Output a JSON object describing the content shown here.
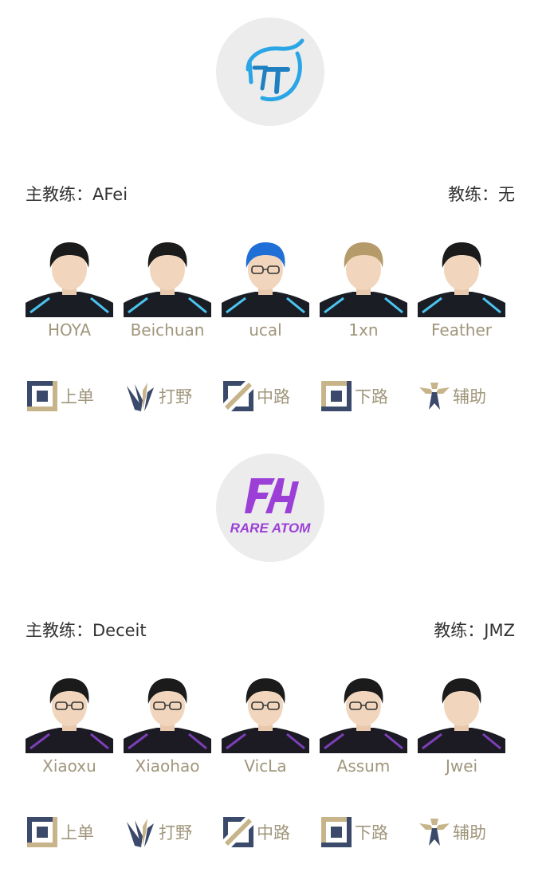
{
  "teams": [
    {
      "logo": "tt-logo",
      "coach_label": "主教练：AFei",
      "assistant_label": "教练：无",
      "players": [
        {
          "name": "HOYA",
          "hair": "#1b1b1b"
        },
        {
          "name": "Beichuan",
          "hair": "#1b1b1b"
        },
        {
          "name": "ucal",
          "hair": "#1f6fd6"
        },
        {
          "name": "1xn",
          "hair": "#b59a6a"
        },
        {
          "name": "Feather",
          "hair": "#1b1b1b"
        }
      ],
      "roles": [
        "上单",
        "打野",
        "中路",
        "下路",
        "辅助"
      ]
    },
    {
      "logo": "rare-atom-logo",
      "logo_text": "RARE ATOM",
      "coach_label": "主教练：Deceit",
      "assistant_label": "教练：JMZ",
      "players": [
        {
          "name": "Xiaoxu",
          "hair": "#1b1b1b"
        },
        {
          "name": "Xiaohao",
          "hair": "#1b1b1b"
        },
        {
          "name": "VicLa",
          "hair": "#1b1b1b"
        },
        {
          "name": "Assum",
          "hair": "#1b1b1b"
        },
        {
          "name": "Jwei",
          "hair": "#1b1b1b"
        }
      ],
      "roles": [
        "上单",
        "打野",
        "中路",
        "下路",
        "辅助"
      ]
    }
  ],
  "colors": {
    "accent": "#a0967c",
    "tt_blue": "#2aa6e6",
    "rare_atom_purple": "#9b3fd6"
  },
  "role_icons": [
    "top-lane-icon",
    "jungle-icon",
    "mid-lane-icon",
    "bot-lane-icon",
    "support-icon"
  ]
}
